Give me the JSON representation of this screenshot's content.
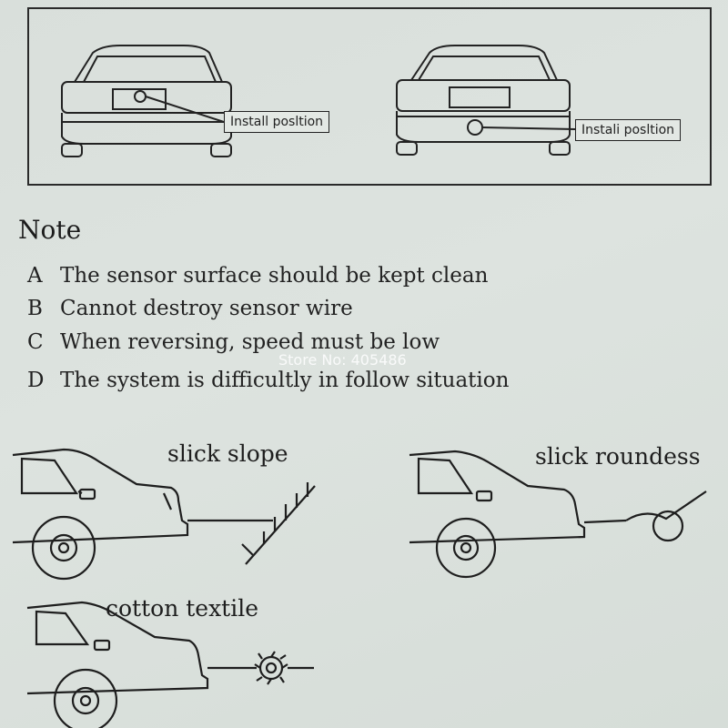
{
  "install": {
    "label_left": "Install posltion",
    "label_right": "Instali posltion"
  },
  "note": {
    "title": "Note",
    "items": [
      {
        "letter": "A",
        "text": "The sensor  surface should be kept clean"
      },
      {
        "letter": "B",
        "text": "Cannot destroy sensor wire"
      },
      {
        "letter": "C",
        "text": "When reversing, speed must be low"
      },
      {
        "letter": "D",
        "text": "The  system  is  difficultly  in follow  situation"
      }
    ]
  },
  "watermark": "Store No: 405486",
  "situations": {
    "slick_slope": "slick slope",
    "slick_roundess": "slick  roundess",
    "cotton_textile": "cotton textile"
  }
}
